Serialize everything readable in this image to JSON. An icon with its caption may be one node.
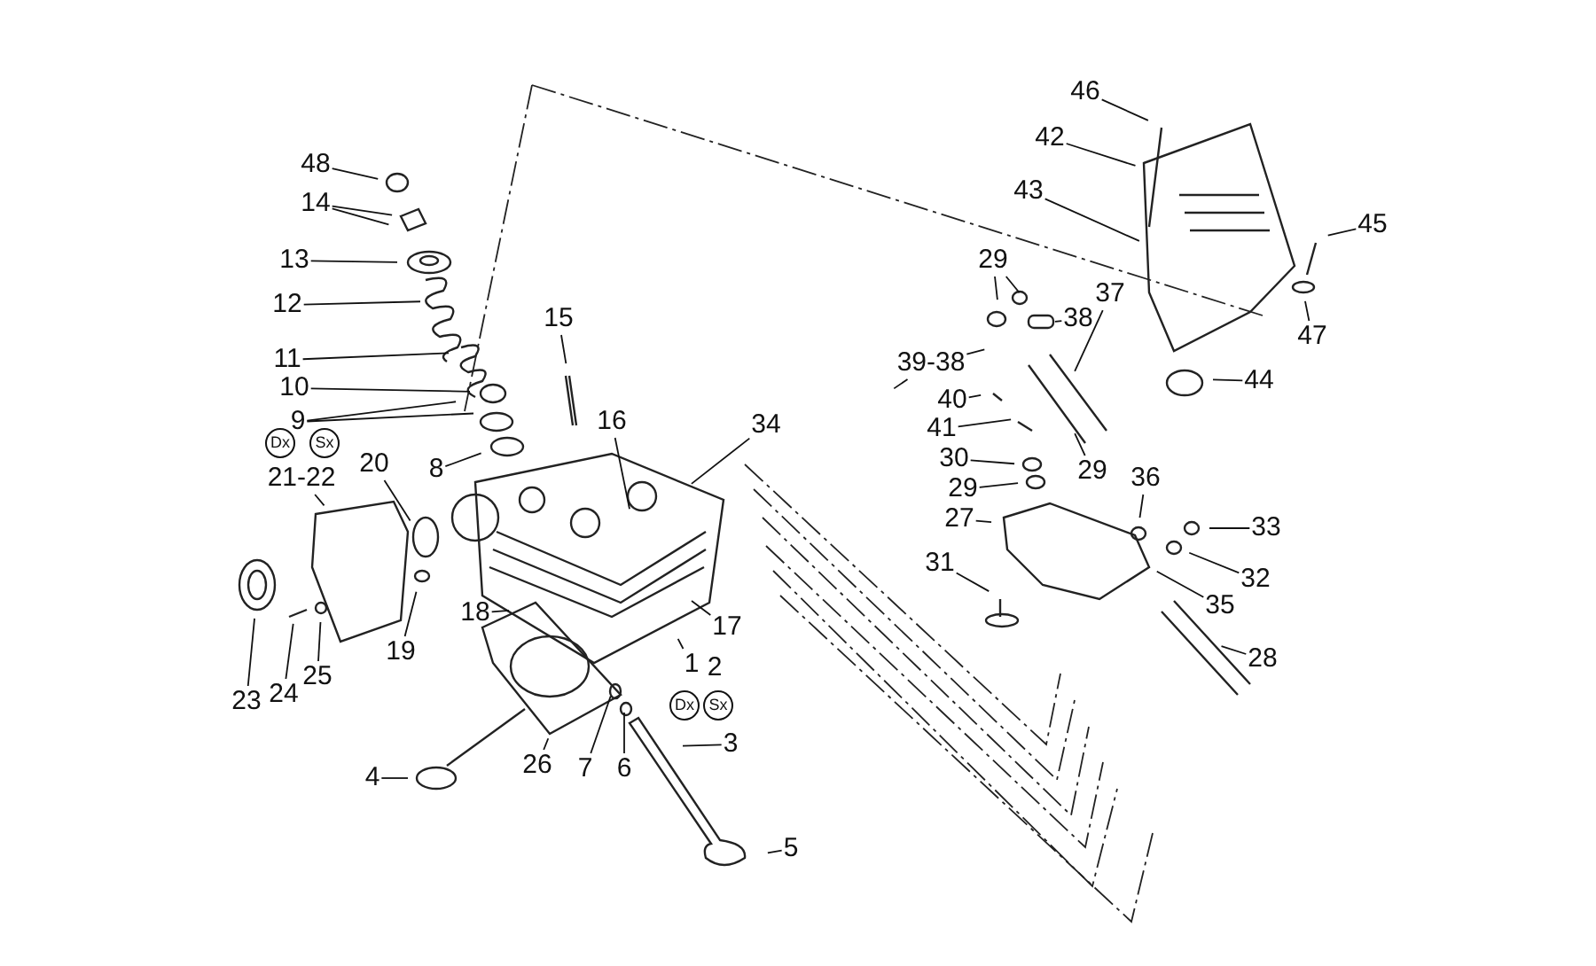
{
  "diagram": {
    "nodes": [
      {
        "text": [
          "48"
        ]
      },
      {
        "text": [
          "14"
        ]
      },
      {
        "text": [
          "13"
        ]
      },
      {
        "text": [
          "12"
        ]
      },
      {
        "text": [
          "11"
        ]
      },
      {
        "text": [
          "10"
        ]
      },
      {
        "text": [
          "9"
        ]
      },
      {
        "text": [
          "8"
        ]
      },
      {
        "text": [
          "15"
        ]
      },
      {
        "text": [
          "16"
        ]
      },
      {
        "text": [
          "34"
        ]
      },
      {
        "text": [
          "21-22"
        ]
      },
      {
        "text": [
          "20"
        ]
      },
      {
        "text": [
          "46"
        ]
      },
      {
        "text": [
          "42"
        ]
      },
      {
        "text": [
          "43"
        ]
      },
      {
        "text": [
          "45"
        ]
      },
      {
        "text": [
          "29"
        ]
      },
      {
        "text": [
          "38"
        ]
      },
      {
        "text": [
          "37"
        ]
      },
      {
        "text": [
          "47"
        ]
      },
      {
        "text": [
          "39-38"
        ]
      },
      {
        "text": [
          "44"
        ]
      },
      {
        "text": [
          "40"
        ]
      },
      {
        "text": [
          "41"
        ]
      },
      {
        "text": [
          "30"
        ]
      },
      {
        "text": [
          "29"
        ]
      },
      {
        "text": [
          "36"
        ]
      },
      {
        "text": [
          "29"
        ]
      },
      {
        "text": [
          "27"
        ]
      },
      {
        "text": [
          "33"
        ]
      },
      {
        "text": [
          "31"
        ]
      },
      {
        "text": [
          "32"
        ]
      },
      {
        "text": [
          "35"
        ]
      },
      {
        "text": [
          "18"
        ]
      },
      {
        "text": [
          "17"
        ]
      },
      {
        "text": [
          "19"
        ]
      },
      {
        "text": [
          "28"
        ]
      },
      {
        "text": [
          "1"
        ]
      },
      {
        "text": [
          "25"
        ]
      },
      {
        "text": [
          "24"
        ]
      },
      {
        "text": [
          "23"
        ]
      },
      {
        "text": [
          "3"
        ]
      },
      {
        "text": [
          "26"
        ]
      },
      {
        "text": [
          "7"
        ]
      },
      {
        "text": [
          "6"
        ]
      },
      {
        "text": [
          "4"
        ]
      },
      {
        "text": [
          "5"
        ]
      }
    ],
    "edges": [
      {
        "from": 0,
        "to": null,
        "arrow": "none"
      },
      {
        "from": 1,
        "to": null,
        "arrow": "none"
      },
      {
        "from": 1,
        "to": null,
        "arrow": "none"
      },
      {
        "from": 2,
        "to": null,
        "arrow": "none"
      },
      {
        "from": 3,
        "to": null,
        "arrow": "none"
      },
      {
        "from": 4,
        "to": null,
        "arrow": "none"
      },
      {
        "from": 5,
        "to": null,
        "arrow": "none"
      },
      {
        "from": 6,
        "to": null,
        "arrow": "none"
      },
      {
        "from": 6,
        "to": null,
        "arrow": "none"
      },
      {
        "from": 7,
        "to": null,
        "arrow": "none"
      },
      {
        "from": 8,
        "to": null,
        "arrow": "none"
      },
      {
        "from": 9,
        "to": null,
        "arrow": "none"
      },
      {
        "from": 10,
        "to": null,
        "arrow": "none"
      },
      {
        "from": 11,
        "to": null,
        "arrow": "none"
      },
      {
        "from": 12,
        "to": null,
        "arrow": "none"
      },
      {
        "from": 13,
        "to": null,
        "arrow": "none"
      },
      {
        "from": 14,
        "to": null,
        "arrow": "none"
      },
      {
        "from": 15,
        "to": null,
        "arrow": "none"
      },
      {
        "from": 16,
        "to": null,
        "arrow": "none"
      },
      {
        "from": 17,
        "to": null,
        "arrow": "none"
      },
      {
        "from": 17,
        "to": null,
        "arrow": "none"
      },
      {
        "from": 18,
        "to": null,
        "arrow": "none"
      },
      {
        "from": 19,
        "to": null,
        "arrow": "none"
      },
      {
        "from": 20,
        "to": null,
        "arrow": "none"
      },
      {
        "from": 21,
        "to": null,
        "arrow": "none"
      },
      {
        "from": 21,
        "to": null,
        "arrow": "none"
      },
      {
        "from": 22,
        "to": null,
        "arrow": "none"
      },
      {
        "from": 23,
        "to": null,
        "arrow": "none"
      },
      {
        "from": 24,
        "to": null,
        "arrow": "none"
      },
      {
        "from": 25,
        "to": null,
        "arrow": "none"
      },
      {
        "from": 26,
        "to": null,
        "arrow": "none"
      },
      {
        "from": 27,
        "to": null,
        "arrow": "none"
      },
      {
        "from": 28,
        "to": null,
        "arrow": "none"
      },
      {
        "from": 29,
        "to": null,
        "arrow": "none"
      },
      {
        "from": 30,
        "to": null,
        "arrow": "none"
      },
      {
        "from": 31,
        "to": null,
        "arrow": "none"
      },
      {
        "from": 32,
        "to": null,
        "arrow": "none"
      },
      {
        "from": 33,
        "to": null,
        "arrow": "none"
      },
      {
        "from": 34,
        "to": null,
        "arrow": "none"
      },
      {
        "from": 35,
        "to": null,
        "arrow": "none"
      },
      {
        "from": 36,
        "to": null,
        "arrow": "none"
      },
      {
        "from": 37,
        "to": null,
        "arrow": "none"
      },
      {
        "from": 38,
        "to": null,
        "arrow": "none"
      },
      {
        "from": 39,
        "to": null,
        "arrow": "none"
      },
      {
        "from": 40,
        "to": null,
        "arrow": "none"
      },
      {
        "from": 41,
        "to": null,
        "arrow": "none"
      },
      {
        "from": 42,
        "to": null,
        "arrow": "none"
      },
      {
        "from": 43,
        "to": null,
        "arrow": "none"
      },
      {
        "from": 44,
        "to": null,
        "arrow": "none"
      },
      {
        "from": 45,
        "to": null,
        "arrow": "none"
      },
      {
        "from": 46,
        "to": null,
        "arrow": "none"
      },
      {
        "from": 47,
        "to": null,
        "arrow": "none"
      }
    ],
    "labels": [
      "Dx",
      "Sx",
      "2",
      "Dx",
      "Sx"
    ]
  }
}
